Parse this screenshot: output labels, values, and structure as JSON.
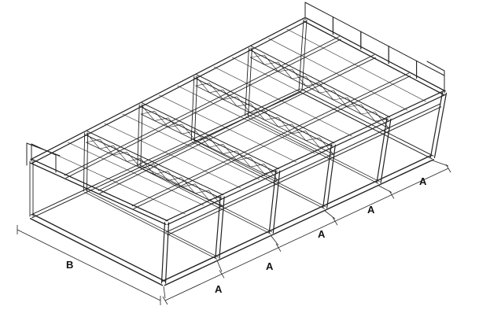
{
  "dimension_labels": {
    "a1": "A",
    "a2": "A",
    "a3": "A",
    "a4": "A",
    "a5": "A",
    "b": "B"
  },
  "colors": {
    "stroke": "#222222",
    "background": "#ffffff"
  }
}
